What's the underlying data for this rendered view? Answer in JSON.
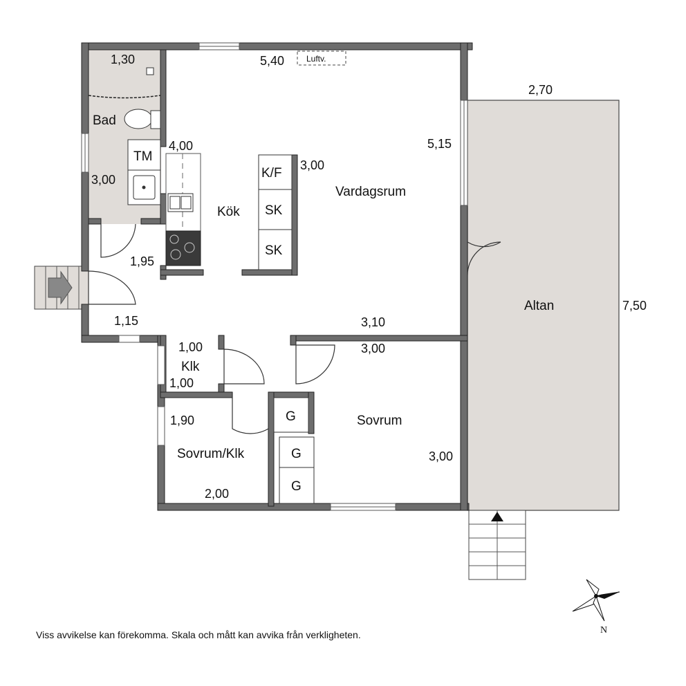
{
  "rooms": {
    "bad": "Bad",
    "kok": "Kök",
    "vardagsrum": "Vardagsrum",
    "altan": "Altan",
    "klk": "Klk",
    "sovrum": "Sovrum",
    "sovrum_klk": "Sovrum/Klk"
  },
  "fixtures": {
    "tm": "TM",
    "kf": "K/F",
    "sk1": "SK",
    "sk2": "SK",
    "g1": "G",
    "g2": "G",
    "g3": "G",
    "luftv": "Luftv."
  },
  "dimensions": {
    "top_width": "5,40",
    "bad_width": "1,30",
    "bad_height": "3,00",
    "kok_width": "4,00",
    "island": "3,00",
    "vardag_height": "5,15",
    "altan_width": "2,70",
    "altan_height": "7,50",
    "hall_height": "1,95",
    "hall_width": "1,15",
    "sovrum_top": "3,10",
    "sovrum_width": "3,00",
    "sovrum_height": "3,00",
    "klk_width": "1,00",
    "klk_height": "1,00",
    "sovklk_height": "1,90",
    "sovklk_width": "2,00"
  },
  "compass": {
    "north": "N"
  },
  "footer": {
    "disclaimer": "Viss avvikelse kan förekomma. Skala och mått kan avvika från verkligheten."
  }
}
